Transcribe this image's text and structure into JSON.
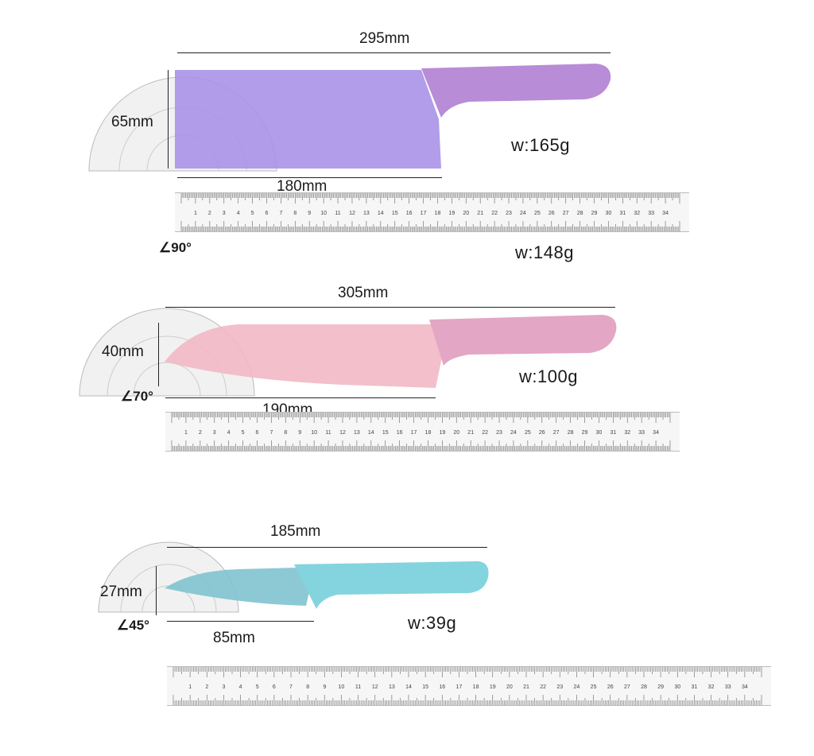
{
  "knives": [
    {
      "name": "cleaver",
      "length_label": "295mm",
      "blade_label": "180mm",
      "height_label": "65mm",
      "angle_label": "∠90°",
      "weight_label": "w:165g",
      "blade_color": "#a892e8",
      "handle_color": "#b88cd6"
    },
    {
      "name": "chef",
      "length_label": "305mm",
      "blade_label": "190mm",
      "height_label": "40mm",
      "angle_label": "∠70°",
      "weight_label": "w:100g",
      "blade_color": "#f2b8c4",
      "handle_color": "#e3a6c4"
    },
    {
      "name": "paring",
      "length_label": "185mm",
      "blade_label": "85mm",
      "height_label": "27mm",
      "angle_label": "∠45°",
      "weight_label": "w:39g",
      "blade_color": "#7fc3cf",
      "handle_color": "#83d4de"
    }
  ],
  "extra_weight_label": "w:148g",
  "ruler_numbers": [
    "1",
    "2",
    "3",
    "4",
    "5",
    "6",
    "7",
    "8",
    "9",
    "10",
    "11",
    "12",
    "13",
    "14",
    "15",
    "16",
    "17",
    "18",
    "19",
    "20",
    "21",
    "22",
    "23",
    "24",
    "25",
    "26",
    "27",
    "28",
    "29",
    "30",
    "31",
    "32",
    "33",
    "34"
  ]
}
